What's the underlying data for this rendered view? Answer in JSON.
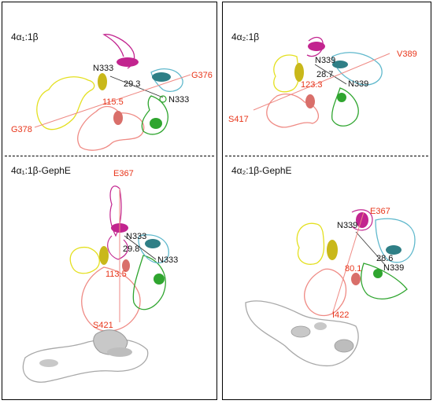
{
  "panels": [
    {
      "title": "4α₁:1β",
      "labels": {
        "n_a": "N333",
        "n_b": "N333",
        "dist_black": "29.3",
        "dist_red": "115.5",
        "end_a": "G378",
        "end_b": "G376"
      }
    },
    {
      "title": "4α₂:1β",
      "labels": {
        "n_a": "N339",
        "n_b": "N339",
        "dist_black": "28.7",
        "dist_red": "123.3",
        "end_a": "S417",
        "end_b": "V389"
      }
    },
    {
      "title": "4α₁:1β-GephE",
      "labels": {
        "n_a": "N333",
        "n_b": "N333",
        "dist_black": "29.8",
        "dist_red": "113.5",
        "end_a": "S421",
        "end_b": "E367"
      }
    },
    {
      "title": "4α₂:1β-GephE",
      "labels": {
        "n_a": "N339",
        "n_b": "N339",
        "dist_black": "28.6",
        "dist_red": "80.1",
        "end_a": "I422",
        "end_b": "E367"
      }
    }
  ],
  "colors": {
    "red_label": "#e8351a",
    "magenta": "#c2248f",
    "teal": "#2f7f86",
    "olive": "#c9b81a",
    "yellow": "#e4e020",
    "salmon": "#ef8a84",
    "green": "#2fa52f",
    "cyan": "#5fb8cc",
    "gray": "#a8a8a8"
  }
}
